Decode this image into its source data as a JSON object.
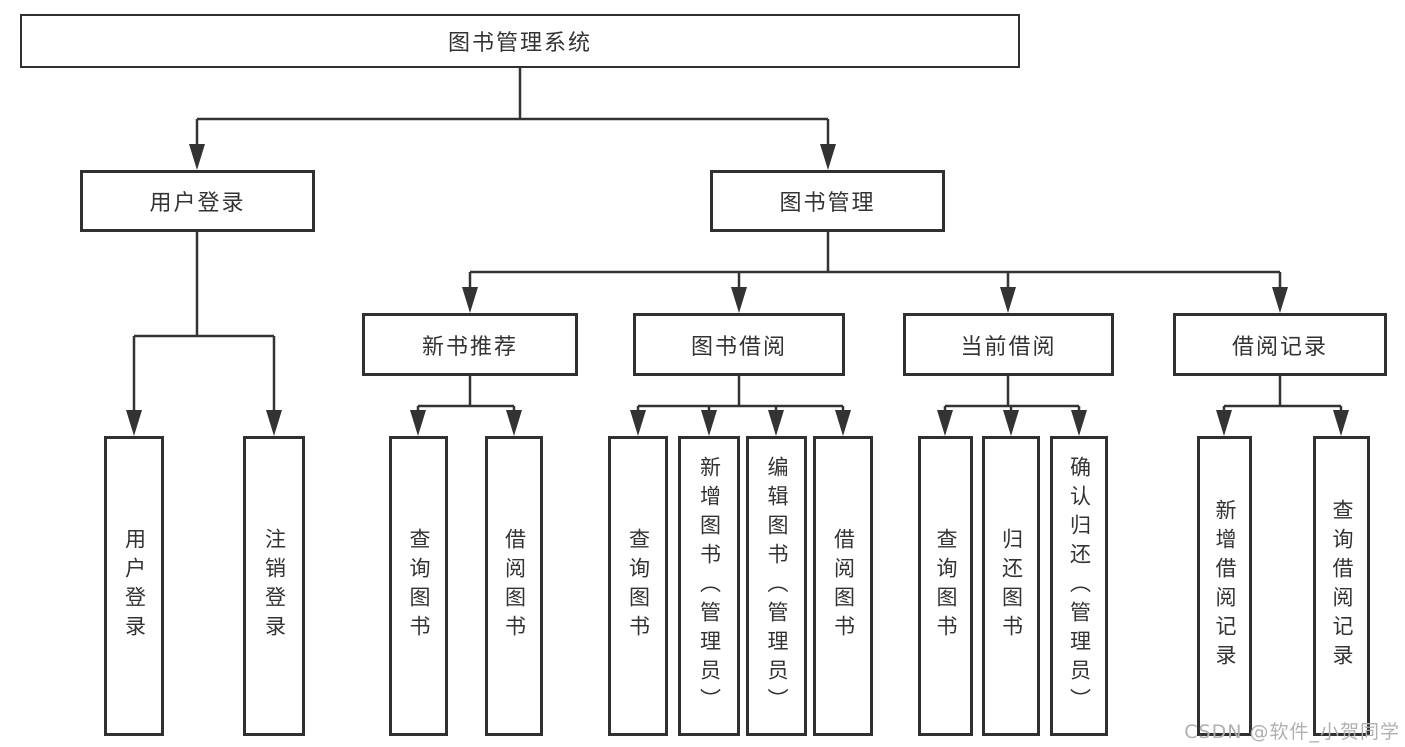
{
  "tree": {
    "label": "图书管理系统",
    "children": [
      {
        "label": "用户登录",
        "children": [
          {
            "label": "用户登录"
          },
          {
            "label": "注销登录"
          }
        ]
      },
      {
        "label": "图书管理",
        "children": [
          {
            "label": "新书推荐",
            "children": [
              {
                "label": "查询图书"
              },
              {
                "label": "借阅图书"
              }
            ]
          },
          {
            "label": "图书借阅",
            "children": [
              {
                "label": "查询图书"
              },
              {
                "label": "新增图书（管理员）"
              },
              {
                "label": "编辑图书（管理员）"
              },
              {
                "label": "借阅图书"
              }
            ]
          },
          {
            "label": "当前借阅",
            "children": [
              {
                "label": "查询图书"
              },
              {
                "label": "归还图书"
              },
              {
                "label": "确认归还（管理员）"
              }
            ]
          },
          {
            "label": "借阅记录",
            "children": [
              {
                "label": "新增借阅记录"
              },
              {
                "label": "查询借阅记录"
              }
            ]
          }
        ]
      }
    ]
  },
  "watermark": {
    "text": "CSDN @软件_小贺同学"
  },
  "colors": {
    "line": "#333333",
    "box_border": "#303030",
    "text": "#333333",
    "watermark": "#b0b0b0",
    "background": "#ffffff"
  }
}
